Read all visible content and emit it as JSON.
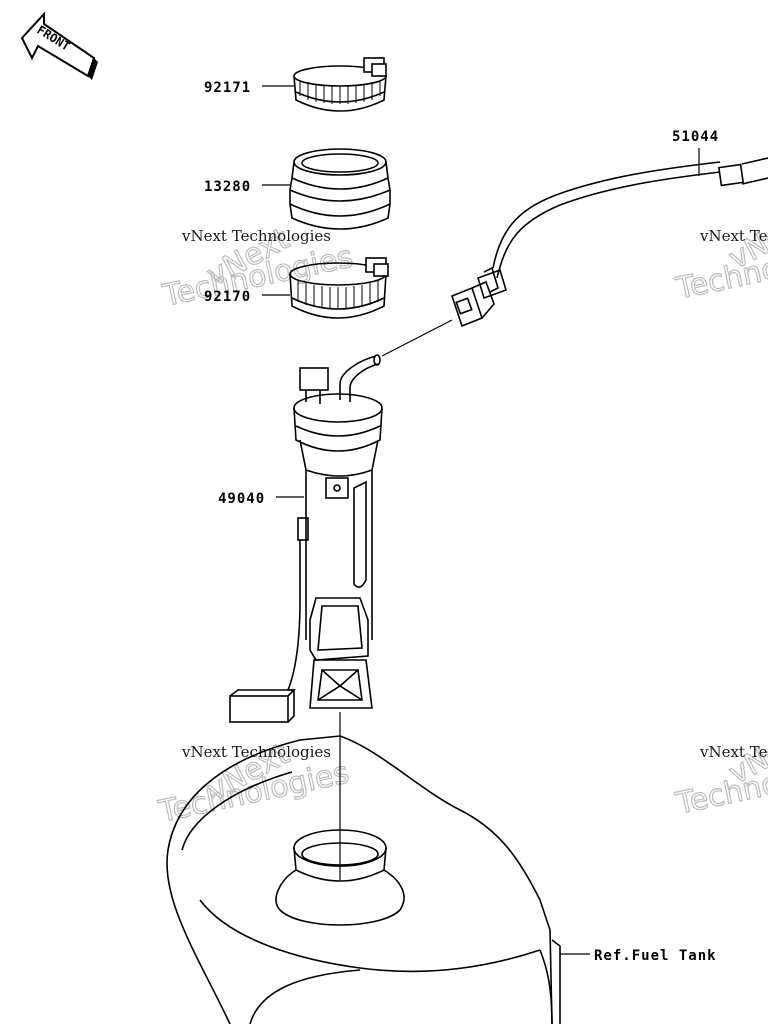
{
  "front_badge": {
    "label": "FRONT"
  },
  "parts": [
    {
      "number": "92171"
    },
    {
      "number": "13280"
    },
    {
      "number": "92170"
    },
    {
      "number": "49040"
    },
    {
      "number": "51044"
    }
  ],
  "reference": {
    "label": "Ref.Fuel Tank"
  },
  "watermark": {
    "small": "vNext Technologies",
    "big": "Technologies",
    "fragment": "vNext"
  },
  "colors": {
    "line": "#000000",
    "watermark_gray": "#bdbdbd",
    "background": "#ffffff"
  }
}
